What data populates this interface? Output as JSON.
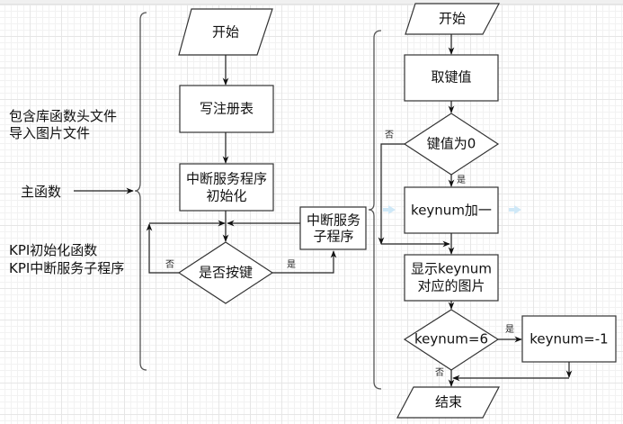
{
  "annotations": {
    "includes_line1": "包含库函数头文件",
    "includes_line2": "导入图片文件",
    "main": "主函数",
    "kpi_line1": "KPI初始化函数",
    "kpi_line2": "KPI中断服务子程序"
  },
  "main_flow": {
    "start": "开始",
    "write_registry": "写注册表",
    "isr_init_line1": "中断服务程序",
    "isr_init_line2": "初始化",
    "decision": "是否按键",
    "no_label": "否",
    "yes_label": "是",
    "isr_line1": "中断服务",
    "isr_line2": "子程序"
  },
  "isr_flow": {
    "start": "开始",
    "get_key": "取键值",
    "decision_zero": "键值为0",
    "no_label_zero": "否",
    "yes_label_zero": "是",
    "increment": "keynum加一",
    "show_line1": "显示keynum",
    "show_line2": "对应的图片",
    "decision_six": "keynum=6",
    "yes_label_six": "是",
    "no_label_six": "否",
    "reset": "keynum=-1",
    "end": "结束"
  },
  "colors": {
    "stroke": "#222222",
    "hint_arrow": "#cfe8f7"
  }
}
